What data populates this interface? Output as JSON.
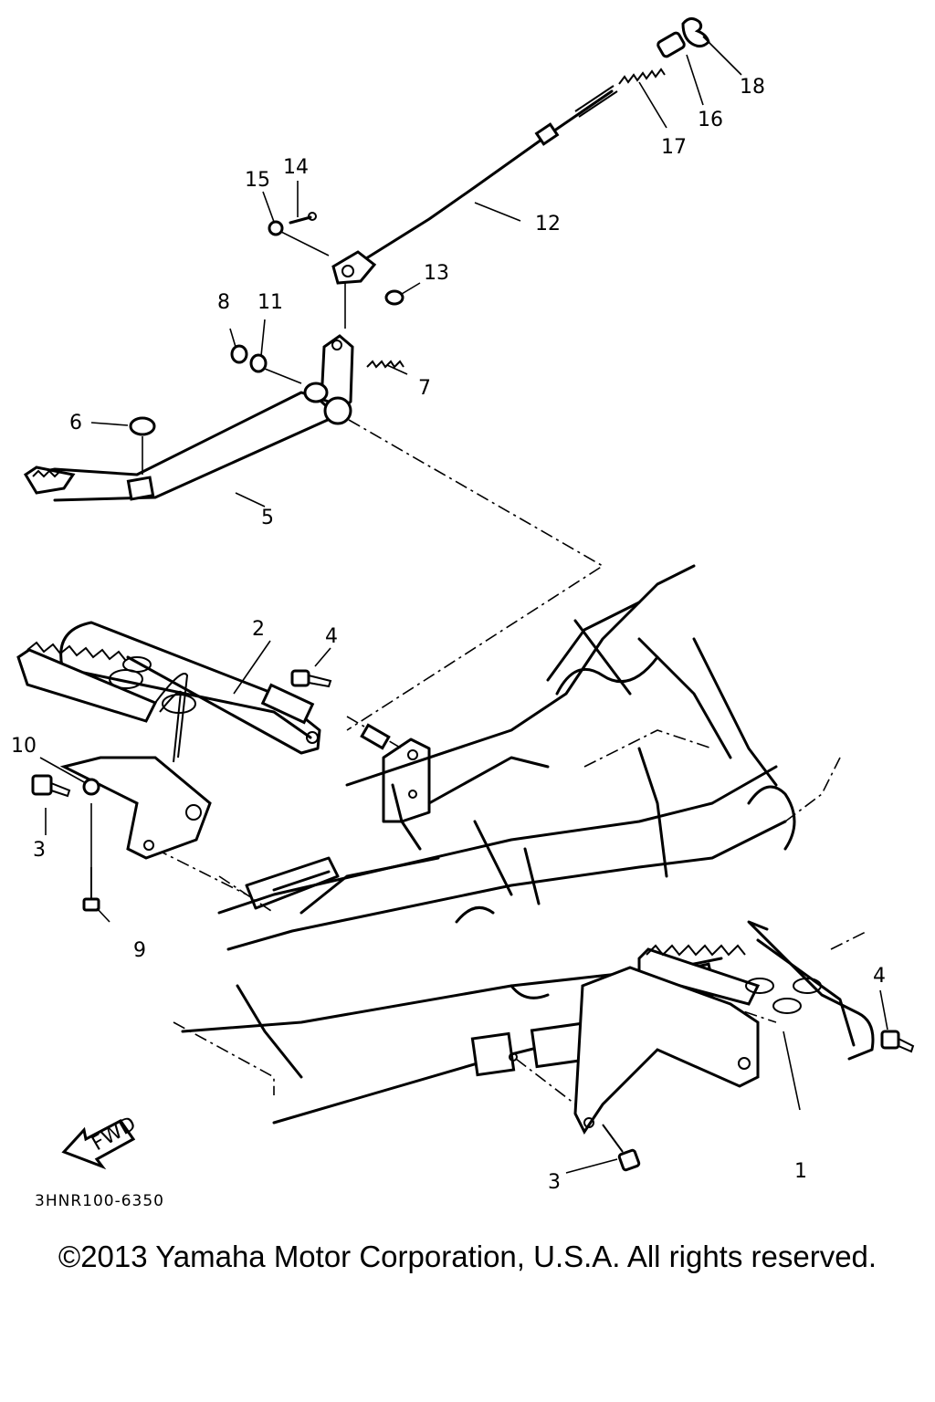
{
  "diagram": {
    "callouts": [
      {
        "id": "1",
        "label": "1"
      },
      {
        "id": "2",
        "label": "2"
      },
      {
        "id": "3a",
        "label": "3"
      },
      {
        "id": "3b",
        "label": "3"
      },
      {
        "id": "4a",
        "label": "4"
      },
      {
        "id": "4b",
        "label": "4"
      },
      {
        "id": "5",
        "label": "5"
      },
      {
        "id": "6",
        "label": "6"
      },
      {
        "id": "7",
        "label": "7"
      },
      {
        "id": "8",
        "label": "8"
      },
      {
        "id": "9",
        "label": "9"
      },
      {
        "id": "10",
        "label": "10"
      },
      {
        "id": "11",
        "label": "11"
      },
      {
        "id": "12",
        "label": "12"
      },
      {
        "id": "13",
        "label": "13"
      },
      {
        "id": "14",
        "label": "14"
      },
      {
        "id": "15",
        "label": "15"
      },
      {
        "id": "16",
        "label": "16"
      },
      {
        "id": "17",
        "label": "17"
      },
      {
        "id": "18",
        "label": "18"
      }
    ],
    "fwd_label": "FWD",
    "diagram_code": "3HNR100-6350"
  },
  "footer": {
    "copyright": "©2013 Yamaha Motor Corporation, U.S.A. All rights reserved."
  }
}
